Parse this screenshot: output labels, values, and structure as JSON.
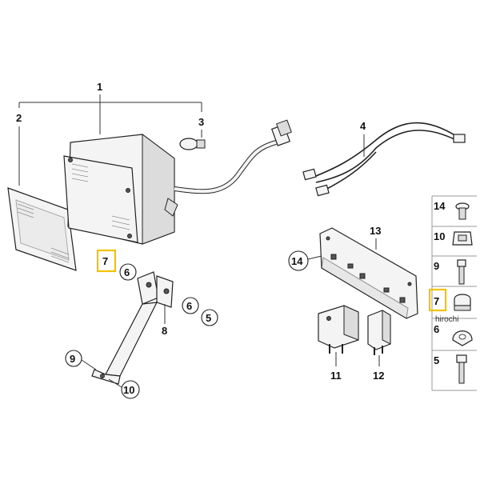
{
  "callouts": {
    "c1": "1",
    "c2": "2",
    "c3": "3",
    "c4": "4",
    "c5": "5",
    "c6a": "6",
    "c6b": "6",
    "c7": "7",
    "c8": "8",
    "c9": "9",
    "c10": "10",
    "c11": "11",
    "c12": "12",
    "c13": "13",
    "c14": "14"
  },
  "legend": {
    "items": [
      {
        "num": "14"
      },
      {
        "num": "10"
      },
      {
        "num": "9"
      },
      {
        "num": "7"
      },
      {
        "num": "6"
      },
      {
        "num": "5"
      }
    ]
  },
  "watermark": "hirochi",
  "colors": {
    "highlight": "#f2c200",
    "line": "#222222"
  }
}
